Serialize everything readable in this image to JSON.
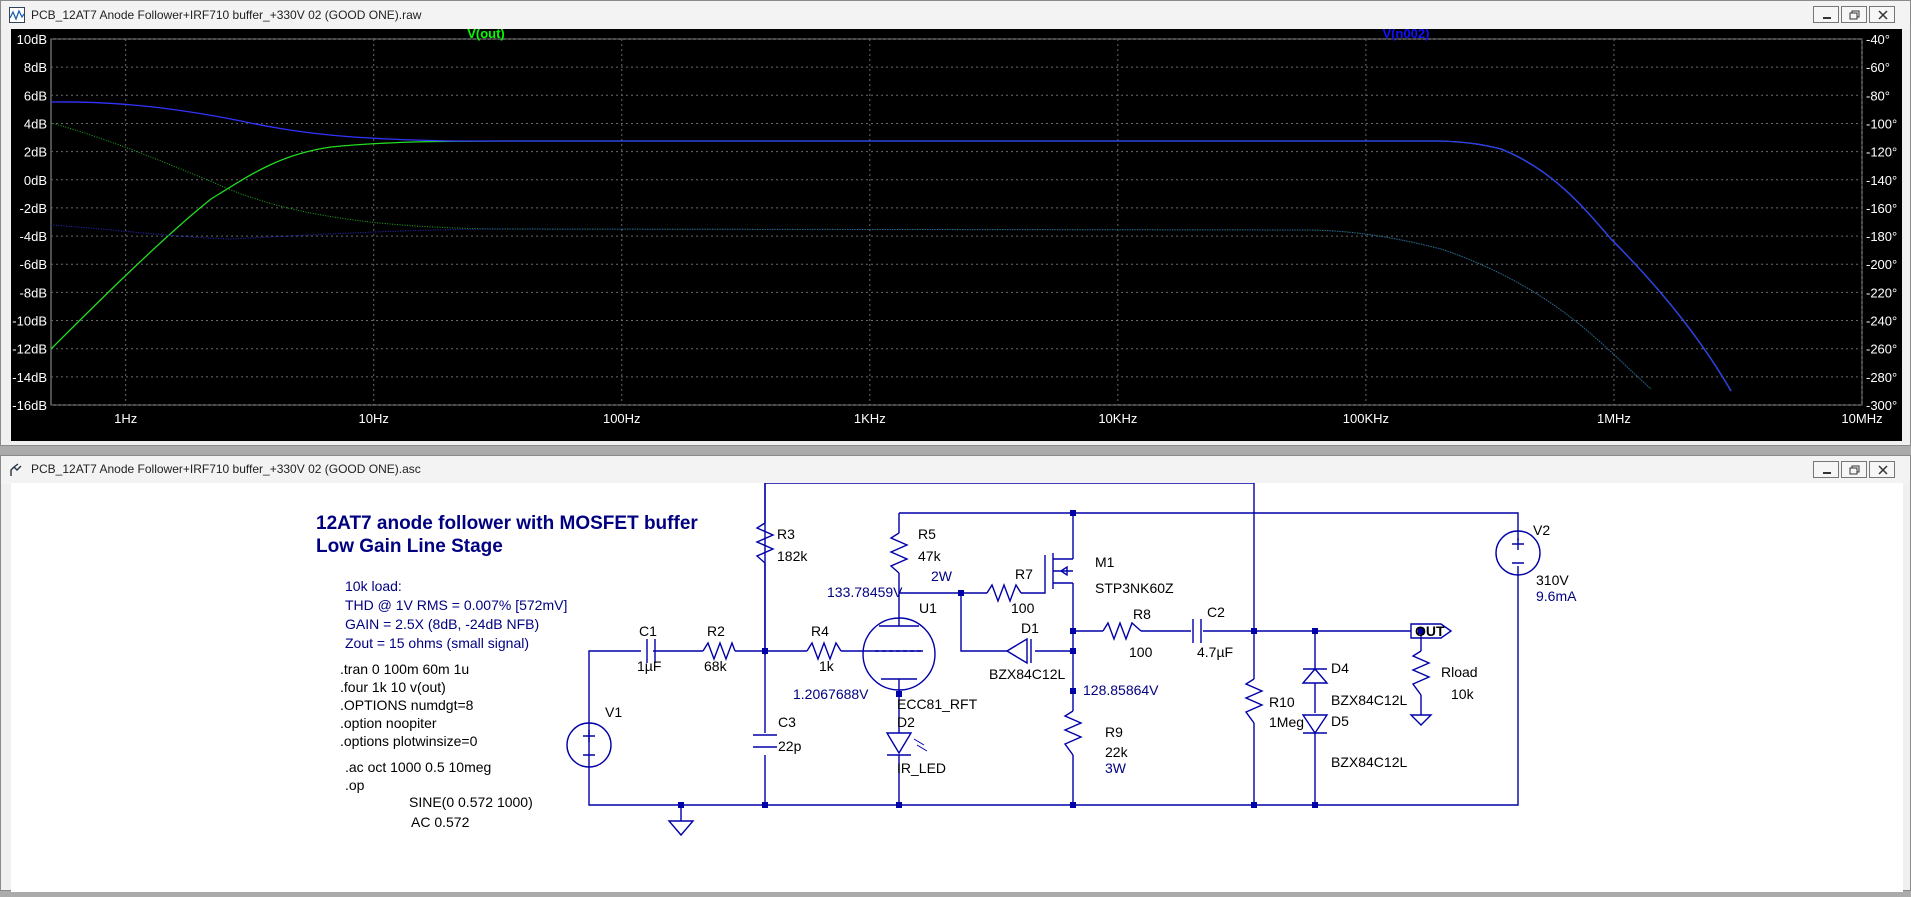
{
  "plot_window": {
    "title": "PCB_12AT7 Anode Follower+IRF710 buffer_+330V 02 (GOOD ONE).raw",
    "trace1_label": "V(out)",
    "trace2_label": "V(n002)",
    "trace1_color": "#00ff00",
    "trace2_color": "#0000ff",
    "left_ticks": [
      "10dB",
      "8dB",
      "6dB",
      "4dB",
      "2dB",
      "0dB",
      "-2dB",
      "-4dB",
      "-6dB",
      "-8dB",
      "-10dB",
      "-12dB",
      "-14dB",
      "-16dB"
    ],
    "right_ticks": [
      "-40°",
      "-60°",
      "-80°",
      "-100°",
      "-120°",
      "-140°",
      "-160°",
      "-180°",
      "-200°",
      "-220°",
      "-240°",
      "-260°",
      "-280°",
      "-300°"
    ],
    "x_ticks": [
      "1Hz",
      "10Hz",
      "100Hz",
      "1KHz",
      "10KHz",
      "100KHz",
      "1MHz",
      "10MHz"
    ]
  },
  "schematic_window": {
    "title": "PCB_12AT7 Anode Follower+IRF710 buffer_+330V 02 (GOOD ONE).asc",
    "heading_line1": "12AT7 anode follower with MOSFET buffer",
    "heading_line2": "Low Gain Line Stage",
    "notes": [
      "10k load:",
      "THD @ 1V RMS = 0.007% [572mV]",
      "GAIN = 2.5X (8dB, -24dB NFB)",
      "Zout = 15 ohms (small signal)"
    ],
    "directives": [
      ".tran 0 100m 60m 1u",
      ".four 1k 10 v(out)",
      ".OPTIONS numdgt=8",
      ".option noopiter",
      ".options plotwinsize=0"
    ],
    "ac_directives": [
      ".ac oct 1000 0.5 10meg",
      ".op"
    ],
    "source_lines": [
      "SINE(0 0.572 1000)",
      "AC 0.572"
    ],
    "components": {
      "c1": {
        "name": "C1",
        "value": "1µF"
      },
      "r2": {
        "name": "R2",
        "value": "68k"
      },
      "r3": {
        "name": "R3",
        "value": "182k"
      },
      "r4": {
        "name": "R4",
        "value": "1k"
      },
      "c3": {
        "name": "C3",
        "value": "22p"
      },
      "r5": {
        "name": "R5",
        "value": "47k",
        "power": "2W"
      },
      "u1": {
        "name": "U1",
        "value": "ECC81_RFT"
      },
      "d2": {
        "name": "D2",
        "value": "IR_LED"
      },
      "r7": {
        "name": "R7",
        "value": "100"
      },
      "d1": {
        "name": "D1",
        "value": "BZX84C12L"
      },
      "m1": {
        "name": "M1",
        "value": "STP3NK60Z"
      },
      "r8": {
        "name": "R8",
        "value": "100"
      },
      "c2": {
        "name": "C2",
        "value": "4.7µF"
      },
      "r9": {
        "name": "R9",
        "value": "22k",
        "power": "3W"
      },
      "r10": {
        "name": "R10",
        "value": "1Meg"
      },
      "d4": {
        "name": "D4",
        "value": "BZX84C12L"
      },
      "d5": {
        "name": "D5",
        "value": "BZX84C12L"
      },
      "rload": {
        "name": "Rload",
        "value": "10k"
      },
      "v1": {
        "name": "V1"
      },
      "v2": {
        "name": "V2",
        "value": "310V",
        "current": "9.6mA"
      }
    },
    "node_voltages": {
      "anode": "133.78459V",
      "cathode": "1.2067688V",
      "source": "128.85864V"
    },
    "out_label": "OUT"
  }
}
